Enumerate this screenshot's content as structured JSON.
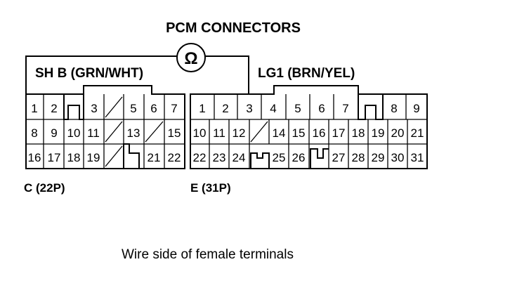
{
  "title": "PCM CONNECTORS",
  "probe_symbol": "Ω",
  "probe_icon": "ohmmeter-icon",
  "caption": "Wire side of female terminals",
  "connector_c": {
    "name": "C (22P)",
    "wire_label": "SH B (GRN/WHT)",
    "row1": [
      "1",
      "2",
      "",
      "3",
      "",
      "5",
      "6",
      "7"
    ],
    "row2": [
      "8",
      "9",
      "10",
      "11",
      "",
      "13",
      "",
      "15"
    ],
    "row3": [
      "16",
      "17",
      "18",
      "19",
      "",
      "",
      "21",
      "22"
    ]
  },
  "connector_e": {
    "name": "E (31P)",
    "wire_label": "LG1 (BRN/YEL)",
    "row1": [
      "1",
      "2",
      "3",
      "4",
      "5",
      "6",
      "7",
      "",
      "8",
      "9"
    ],
    "row2": [
      "10",
      "11",
      "12",
      "",
      "14",
      "15",
      "16",
      "17",
      "18",
      "19",
      "20",
      "21"
    ],
    "row3": [
      "22",
      "23",
      "24",
      "",
      "25",
      "26",
      "",
      "27",
      "28",
      "29",
      "30",
      "31"
    ]
  }
}
